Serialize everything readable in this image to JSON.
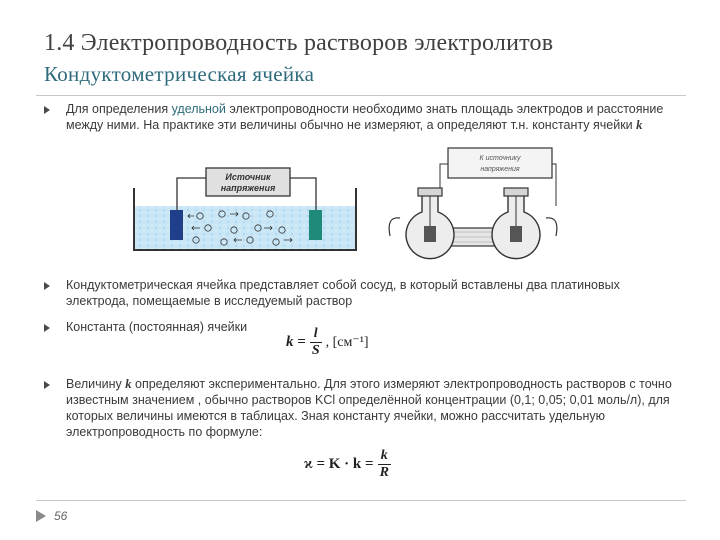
{
  "slide": {
    "title": "1.4 Электропроводность растворов электролитов",
    "subtitle": "Кондуктометрическая ячейка",
    "page_number": "56"
  },
  "bullets": {
    "b1": {
      "part1": "Для определения ",
      "highlight": "удельной",
      "part2": " электропроводности необходимо знать площадь электродов и расстояние между ними. На практике эти величины обычно не измеряют, а определяют т.н. константу ячейки ",
      "var": "k"
    },
    "b2": {
      "text": "Кондуктометрическая ячейка представляет собой сосуд, в который вставлены два платиновых электрода, помещаемые в исследуемый раствор"
    },
    "b3": {
      "text": "Константа (постоянная) ячейки"
    },
    "b4": {
      "part1": "Величину ",
      "var": "k",
      "part2": " определяют экспериментально. Для этого измеряют электропроводность растворов с точно известным значением , обычно растворов KCl определённой концентрации (0,1; 0,05; 0,01 моль/л), для которых величины  имеются в таблицах. Зная константу ячейки, можно рассчитать удельную электропроводность по формуле:"
    }
  },
  "formula1": {
    "lhs": "k =",
    "num": "l",
    "den": "S",
    "unit": ", [см⁻¹]"
  },
  "formula2": {
    "lhs": "ϰ = K · k =",
    "num": "k",
    "den": "R"
  },
  "figure_left": {
    "label_line1": "Источник",
    "label_line2": "напряжения"
  },
  "figure_right": {
    "label_line1": "К источнику",
    "label_line2": "напряжения"
  }
}
